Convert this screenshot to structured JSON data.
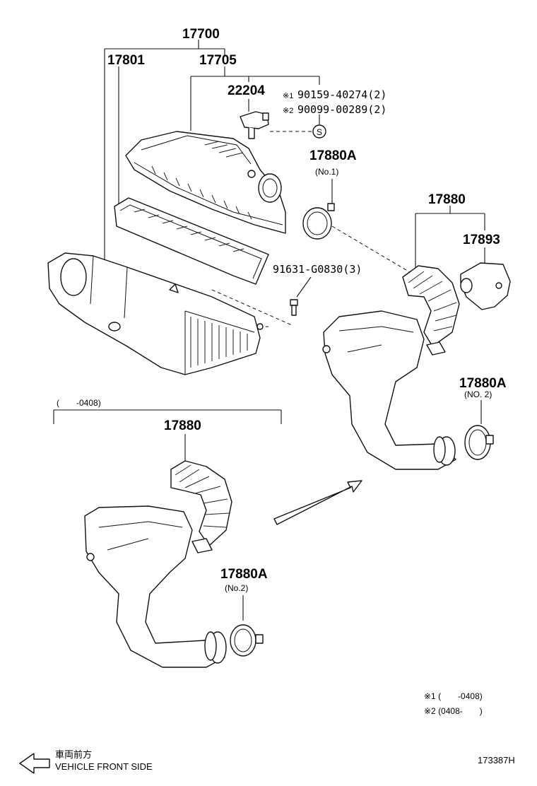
{
  "labels": {
    "assy_17700": "17700",
    "part_17801": "17801",
    "part_17705": "17705",
    "part_22204": "22204",
    "note_mark_1": "※1",
    "note_mark_2": "※2",
    "bolt_90159": "90159-40274(2)",
    "bolt_90099": "90099-00289(2)",
    "s_mark": "S",
    "clamp_17880A_top": "17880A",
    "clamp_17880A_top_sub": "(No.1)",
    "hose_17880_right": "17880",
    "part_17893": "17893",
    "bolt_91631": "91631-G0830(3)",
    "clamp_17880A_right": "17880A",
    "clamp_17880A_right_sub": "(NO. 2)",
    "range_bracket": "(　　-0408)",
    "hose_17880_left": "17880",
    "clamp_17880A_left": "17880A",
    "clamp_17880A_left_sub": "(No.2)"
  },
  "footnotes": {
    "fn1": "※1 (　　-0408)",
    "fn2": "※2 (0408-　　)"
  },
  "footer": {
    "direction_jp": "車両前方",
    "direction_en": "VEHICLE FRONT SIDE",
    "figure_id": "173387H"
  }
}
